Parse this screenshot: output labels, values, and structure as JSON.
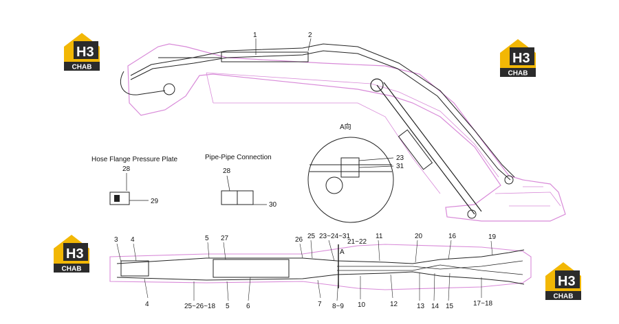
{
  "logos": [
    {
      "top": "H3",
      "bottom": "CHAB"
    },
    {
      "top": "H3",
      "bottom": "CHAB"
    },
    {
      "top": "H3",
      "bottom": "CHAB"
    },
    {
      "top": "H3",
      "bottom": "CHAB"
    }
  ],
  "colors": {
    "outline": "#d889d8",
    "line": "#222222",
    "logo_yellow": "#f2b705",
    "logo_dark": "#2b2b2b"
  },
  "top_view": {
    "callouts": [
      "1",
      "2"
    ],
    "view_a": {
      "title": "A向",
      "callouts": [
        "23",
        "31"
      ]
    }
  },
  "details": {
    "hose_flange": {
      "title": "Hose Flange Pressure Plate",
      "callouts": [
        "28",
        "29"
      ]
    },
    "pipe_pipe": {
      "title": "Pipe-Pipe Connection",
      "callouts": [
        "28",
        "30"
      ]
    }
  },
  "bottom_view": {
    "callouts_top": [
      "3",
      "4",
      "5",
      "27",
      "26",
      "25",
      "23~24~31",
      "21~22",
      "11",
      "20",
      "16",
      "19"
    ],
    "callouts_bottom": [
      "4",
      "25~26~18",
      "5",
      "6",
      "7",
      "8~9",
      "10",
      "12",
      "13",
      "14",
      "15",
      "17~18"
    ],
    "section_label": "A"
  }
}
